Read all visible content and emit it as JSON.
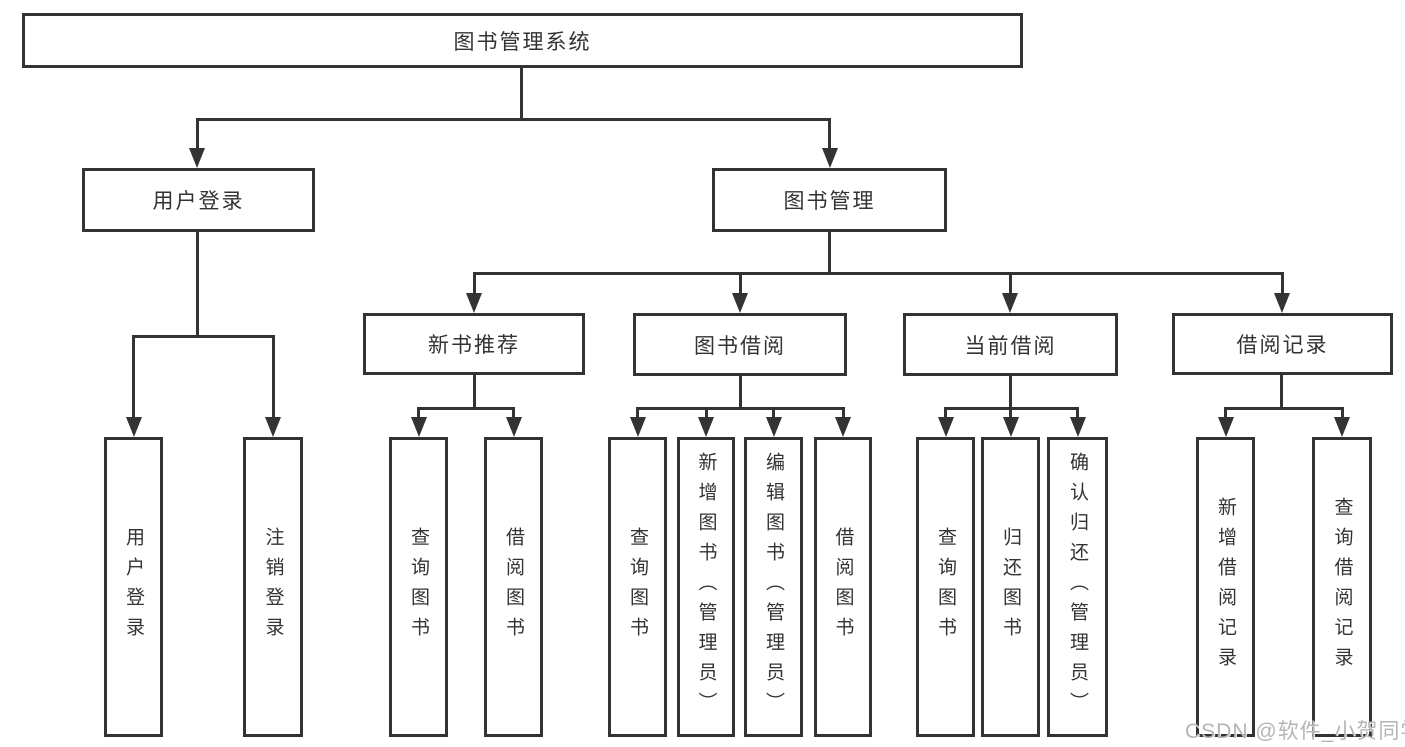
{
  "diagram": {
    "root": {
      "label": "图书管理系统"
    },
    "branches": [
      {
        "label": "用户登录",
        "children": [
          "用户登录",
          "注销登录"
        ]
      },
      {
        "label": "图书管理",
        "sections": [
          {
            "label": "新书推荐",
            "children": [
              "查询图书",
              "借阅图书"
            ]
          },
          {
            "label": "图书借阅",
            "children": [
              "查询图书",
              "新增图书（管理员）",
              "编辑图书（管理员）",
              "借阅图书"
            ]
          },
          {
            "label": "当前借阅",
            "children": [
              "查询图书",
              "归还图书",
              "确认归还（管理员）"
            ]
          },
          {
            "label": "借阅记录",
            "children": [
              "新增借阅记录",
              "查询借阅记录"
            ]
          }
        ]
      }
    ]
  },
  "watermark": "CSDN @软件_小贺同学",
  "colors": {
    "line": "#333333",
    "text": "#333333",
    "background": "#ffffff",
    "watermark": "#b5b5b5"
  }
}
